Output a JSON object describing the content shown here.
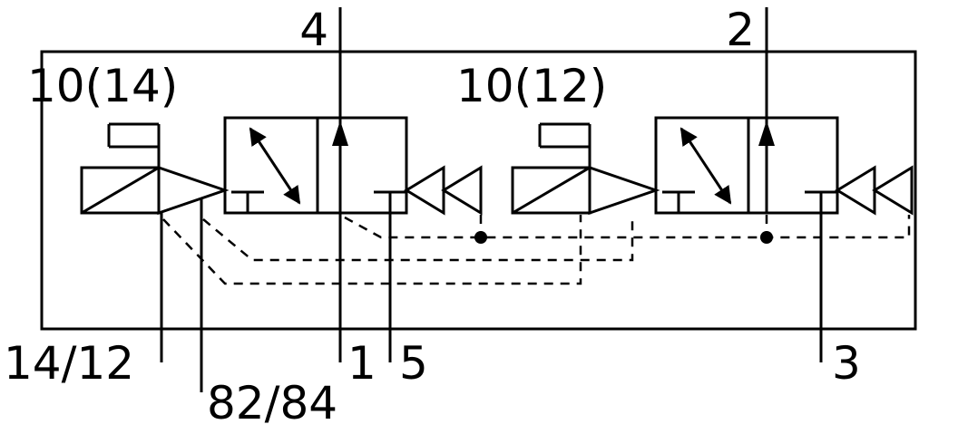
{
  "diagram": {
    "kind": "pneumatic-valve-circuit",
    "labels": {
      "port4": "4",
      "port2": "2",
      "pilot_left": "10(14)",
      "pilot_right": "10(12)",
      "port14_12": "14/12",
      "port82_84": "82/84",
      "port1": "1",
      "port5": "5",
      "port3": "3"
    },
    "colors": {
      "line": "#000000",
      "background": "#ffffff"
    }
  }
}
